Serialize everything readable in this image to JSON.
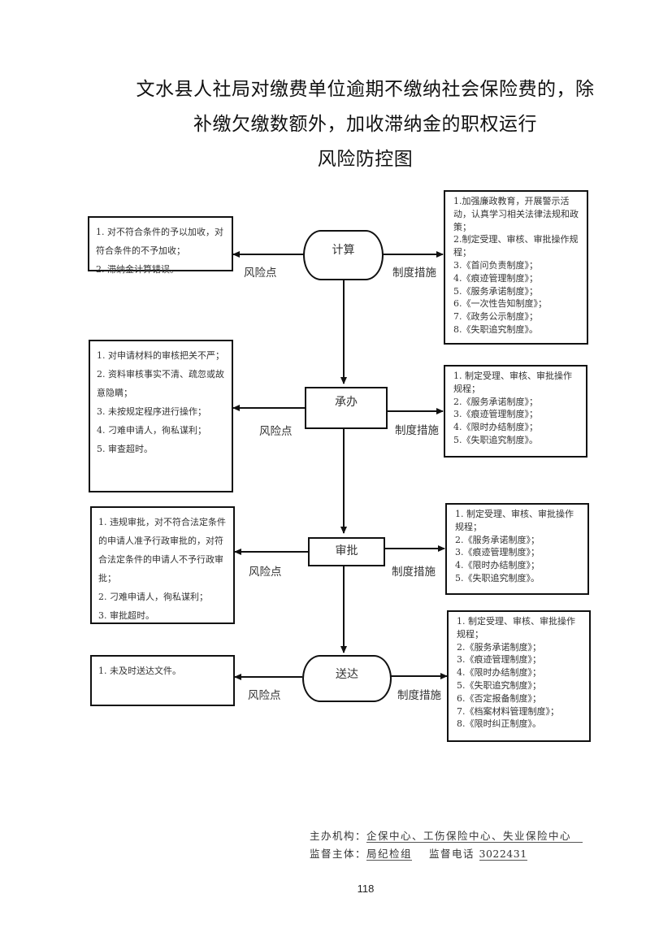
{
  "title": {
    "line1": "文水县人社局对缴费单位逾期不缴纳社会保险费的，除",
    "line2": "补缴欠缴数额外，加收滞纳金的职权运行",
    "line3": "风险防控图"
  },
  "labels": {
    "risk_point": "风险点",
    "measures": "制度措施"
  },
  "steps": [
    {
      "name": "计算",
      "shape": "rounded",
      "risks": [
        "1. 对不符合条件的予以加收，对符合条件的不予加收；",
        "2. 滞纳金计算错误。"
      ],
      "measures": [
        "1.加强廉政教育，开展警示活动，认真学习相关法律法规和政策；",
        "2.制定受理、审核、审批操作规程；",
        "3.《首问负责制度》；",
        "4.《痕迹管理制度》；",
        "5.《服务承诺制度》；",
        "6.《一次性告知制度》；",
        "7.《政务公示制度》；",
        "8.《失职追究制度》。"
      ]
    },
    {
      "name": "承办",
      "shape": "rect",
      "risks": [
        "1. 对申请材料的审核把关不严；",
        "2. 资料审核事实不清、疏忽或故意隐瞒；",
        "3. 未按规定程序进行操作；",
        "4. 刁难申请人，徇私谋利；",
        "5. 审查超时。"
      ],
      "measures": [
        "1. 制定受理、审核、审批操作规程；",
        "2.《服务承诺制度》；",
        "3.《痕迹管理制度》；",
        "4.《限时办结制度》；",
        "5.《失职追究制度》。"
      ]
    },
    {
      "name": "审批",
      "shape": "rect",
      "risks": [
        "1. 违规审批，对不符合法定条件的申请人准予行政审批的，对符合法定条件的申请人不予行政审批；",
        "2. 刁难申请人，徇私谋利；",
        "3. 审批超时。"
      ],
      "measures": [
        "1. 制定受理、审核、审批操作规程；",
        "2.《服务承诺制度》；",
        "3.《痕迹管理制度》；",
        "4.《限时办结制度》；",
        "5.《失职追究制度》。"
      ]
    },
    {
      "name": "送达",
      "shape": "rounded",
      "risks": [
        "1. 未及时送达文件。"
      ],
      "measures": [
        "1. 制定受理、审核、审批操作规程；",
        "2.《服务承诺制度》；",
        "3.《痕迹管理制度》；",
        "4.《限时办结制度》；",
        "5.《失职追究制度》；",
        "6.《否定报备制度》；",
        "7.《档案材料管理制度》；",
        "8.《限时纠正制度》。"
      ]
    }
  ],
  "footer": {
    "organizer_label": "主办机构：",
    "organizer_value": "企保中心、工伤保险中心、失业保险中心",
    "supervisor_label": "监督主体：",
    "supervisor_value": "局纪检组",
    "phone_label": "监督电话",
    "phone_value": "3022431"
  },
  "page_number": "118"
}
